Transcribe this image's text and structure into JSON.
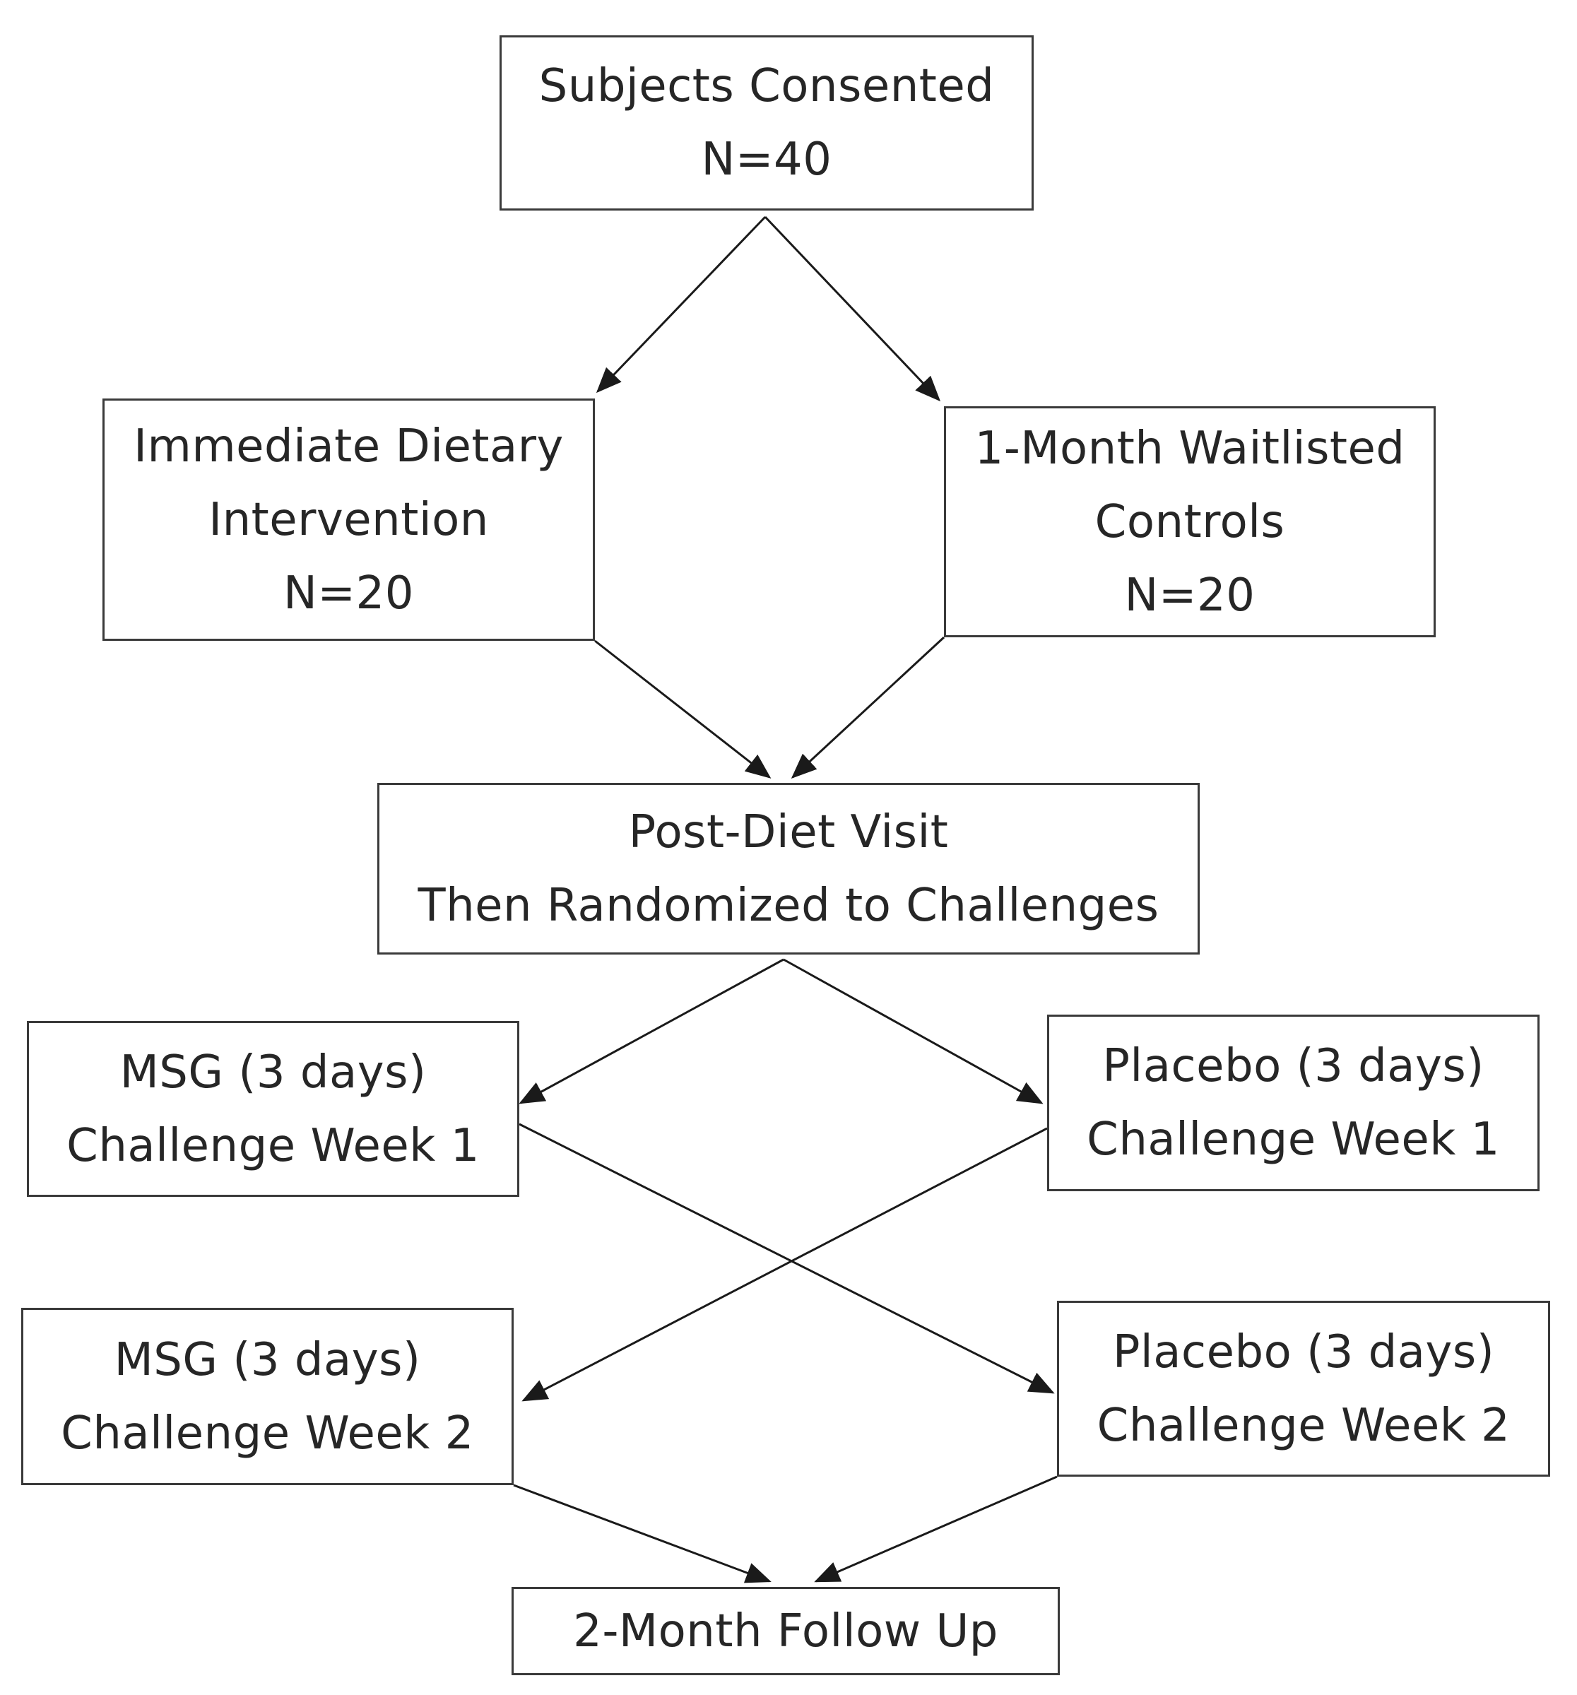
{
  "nodes": {
    "consented": {
      "line1": "Subjects Consented",
      "line2": "N=40"
    },
    "immediate": {
      "line1": "Immediate Dietary",
      "line2": "Intervention",
      "line3": "N=20"
    },
    "waitlisted": {
      "line1": "1-Month Waitlisted",
      "line2": "Controls",
      "line3": "N=20"
    },
    "postdiet": {
      "line1": "Post-Diet Visit",
      "line2": "Then Randomized to Challenges"
    },
    "msg1": {
      "line1": "MSG (3 days)",
      "line2": "Challenge Week 1"
    },
    "placebo1": {
      "line1": "Placebo (3 days)",
      "line2": "Challenge Week 1"
    },
    "msg2": {
      "line1": "MSG (3 days)",
      "line2": "Challenge Week 2"
    },
    "placebo2": {
      "line1": "Placebo (3 days)",
      "line2": "Challenge Week 2"
    },
    "followup": {
      "line1": "2-Month Follow Up"
    }
  },
  "edges": [
    {
      "from": "consented",
      "to": "immediate"
    },
    {
      "from": "consented",
      "to": "waitlisted"
    },
    {
      "from": "immediate",
      "to": "postdiet"
    },
    {
      "from": "waitlisted",
      "to": "postdiet"
    },
    {
      "from": "postdiet",
      "to": "msg1"
    },
    {
      "from": "postdiet",
      "to": "placebo1"
    },
    {
      "from": "msg1",
      "to": "placebo2"
    },
    {
      "from": "placebo1",
      "to": "msg2"
    },
    {
      "from": "msg2",
      "to": "followup"
    },
    {
      "from": "placebo2",
      "to": "followup"
    }
  ],
  "colors": {
    "line": "#1a1a1a",
    "border": "#3a3a3a",
    "text": "#262626",
    "background": "#ffffff"
  }
}
